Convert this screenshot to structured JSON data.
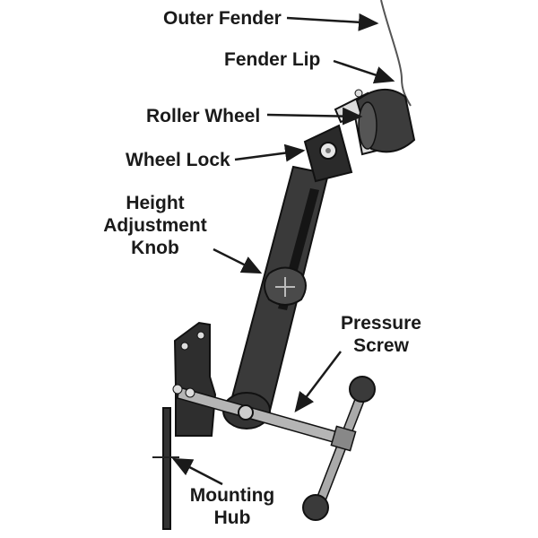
{
  "labels": {
    "outer_fender": "Outer Fender",
    "fender_lip": "Fender Lip",
    "roller_wheel": "Roller Wheel",
    "wheel_lock": "Wheel Lock",
    "height_adjustment_knob": [
      "Height",
      "Adjustment",
      "Knob"
    ],
    "pressure_screw": [
      "Pressure",
      "Screw"
    ],
    "mounting_hub": [
      "Mounting",
      "Hub"
    ]
  },
  "colors": {
    "metal": "#3a3a3a",
    "metal_dark": "#222222",
    "metal_light": "#8a8a8a",
    "screw_shaft": "#b5b5b5",
    "ink": "#1a1a1a"
  }
}
